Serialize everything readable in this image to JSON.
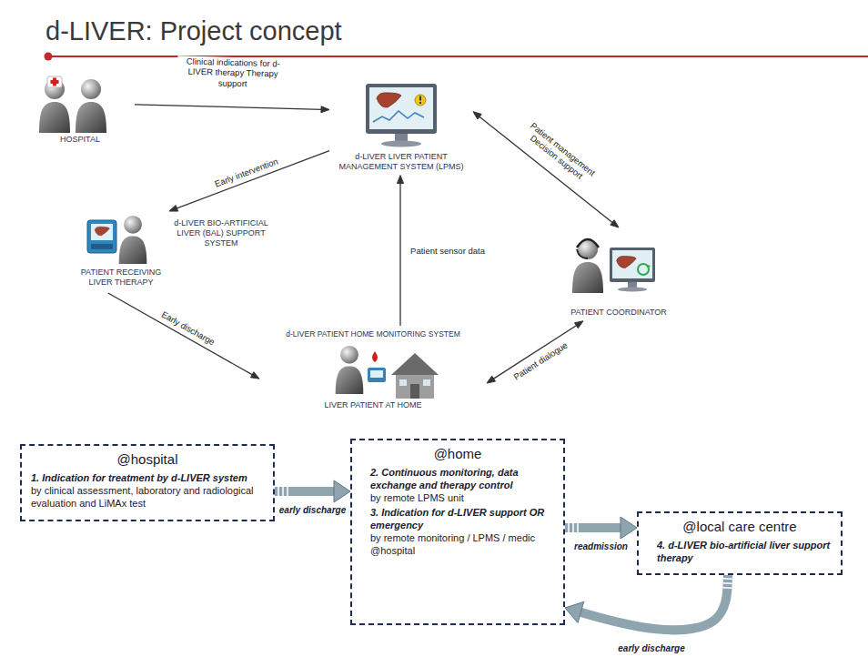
{
  "diagram": {
    "title": "d-LIVER: Project concept",
    "nodes": [
      {
        "text": [
          "HOSPITAL"
        ]
      },
      {
        "text": [
          "d-LIVER LIVER PATIENT MANAGEMENT SYSTEM (LPMS)"
        ]
      },
      {
        "text": [
          "d-LIVER BIO-ARTIFICIAL LIVER (BAL) SUPPORT SYSTEM",
          "PATIENT RECEIVING LIVER THERAPY"
        ]
      },
      {
        "text": [
          "PATIENT COORDINATOR"
        ]
      },
      {
        "text": [
          "d-LIVER PATIENT HOME MONITORING SYSTEM",
          "LIVER PATIENT AT HOME"
        ]
      },
      {
        "text": [
          "@hospital",
          "1. Indication for treatment by d-LIVER system",
          "by clinical assessment, laboratory and radiological evaluation and LiMAx test"
        ]
      },
      {
        "text": [
          "@home",
          "2. Continuous monitoring, data exchange and therapy control",
          "by remote LPMS unit",
          "3. Indication for d-LIVER support OR emergency",
          "by remote monitoring / LPMS / medic @hospital"
        ]
      },
      {
        "text": [
          "@local care centre",
          "4. d-LIVER bio-artificial liver support therapy"
        ]
      }
    ],
    "edges": [
      {
        "from": 0,
        "to": 1,
        "label": "Clinical indications for d-LIVER therapy Therapy support",
        "arrow": "to"
      },
      {
        "from": 1,
        "to": 2,
        "label": "Early intervention",
        "arrow": "to"
      },
      {
        "from": 1,
        "to": 3,
        "label": "Patient management Decision support",
        "arrow": "both"
      },
      {
        "from": 4,
        "to": 1,
        "label": "Patient sensor data",
        "arrow": "to"
      },
      {
        "from": 2,
        "to": 4,
        "label": "Early discharge",
        "arrow": "to"
      },
      {
        "from": 3,
        "to": 4,
        "label": "Patient dialogue",
        "arrow": "both"
      },
      {
        "from": 5,
        "to": 6,
        "label": "early discharge",
        "arrow": "to"
      },
      {
        "from": 6,
        "to": 7,
        "label": "readmission",
        "arrow": "to"
      },
      {
        "from": 7,
        "to": 6,
        "label": "early discharge",
        "arrow": "to"
      }
    ]
  }
}
